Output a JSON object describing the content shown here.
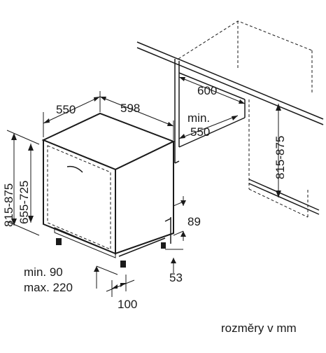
{
  "dimensions": {
    "width_600": "600",
    "depth_550": "550",
    "width_598": "598",
    "min_label": "min.",
    "min_550": "550",
    "height_815_875_left": "815-875",
    "height_655_725": "655-725",
    "height_815_875_right": "815-875",
    "dim_89": "89",
    "dim_53": "53",
    "min_90": "min. 90",
    "max_220": "max. 220",
    "dim_100": "100"
  },
  "units_note": "rozměry v mm"
}
